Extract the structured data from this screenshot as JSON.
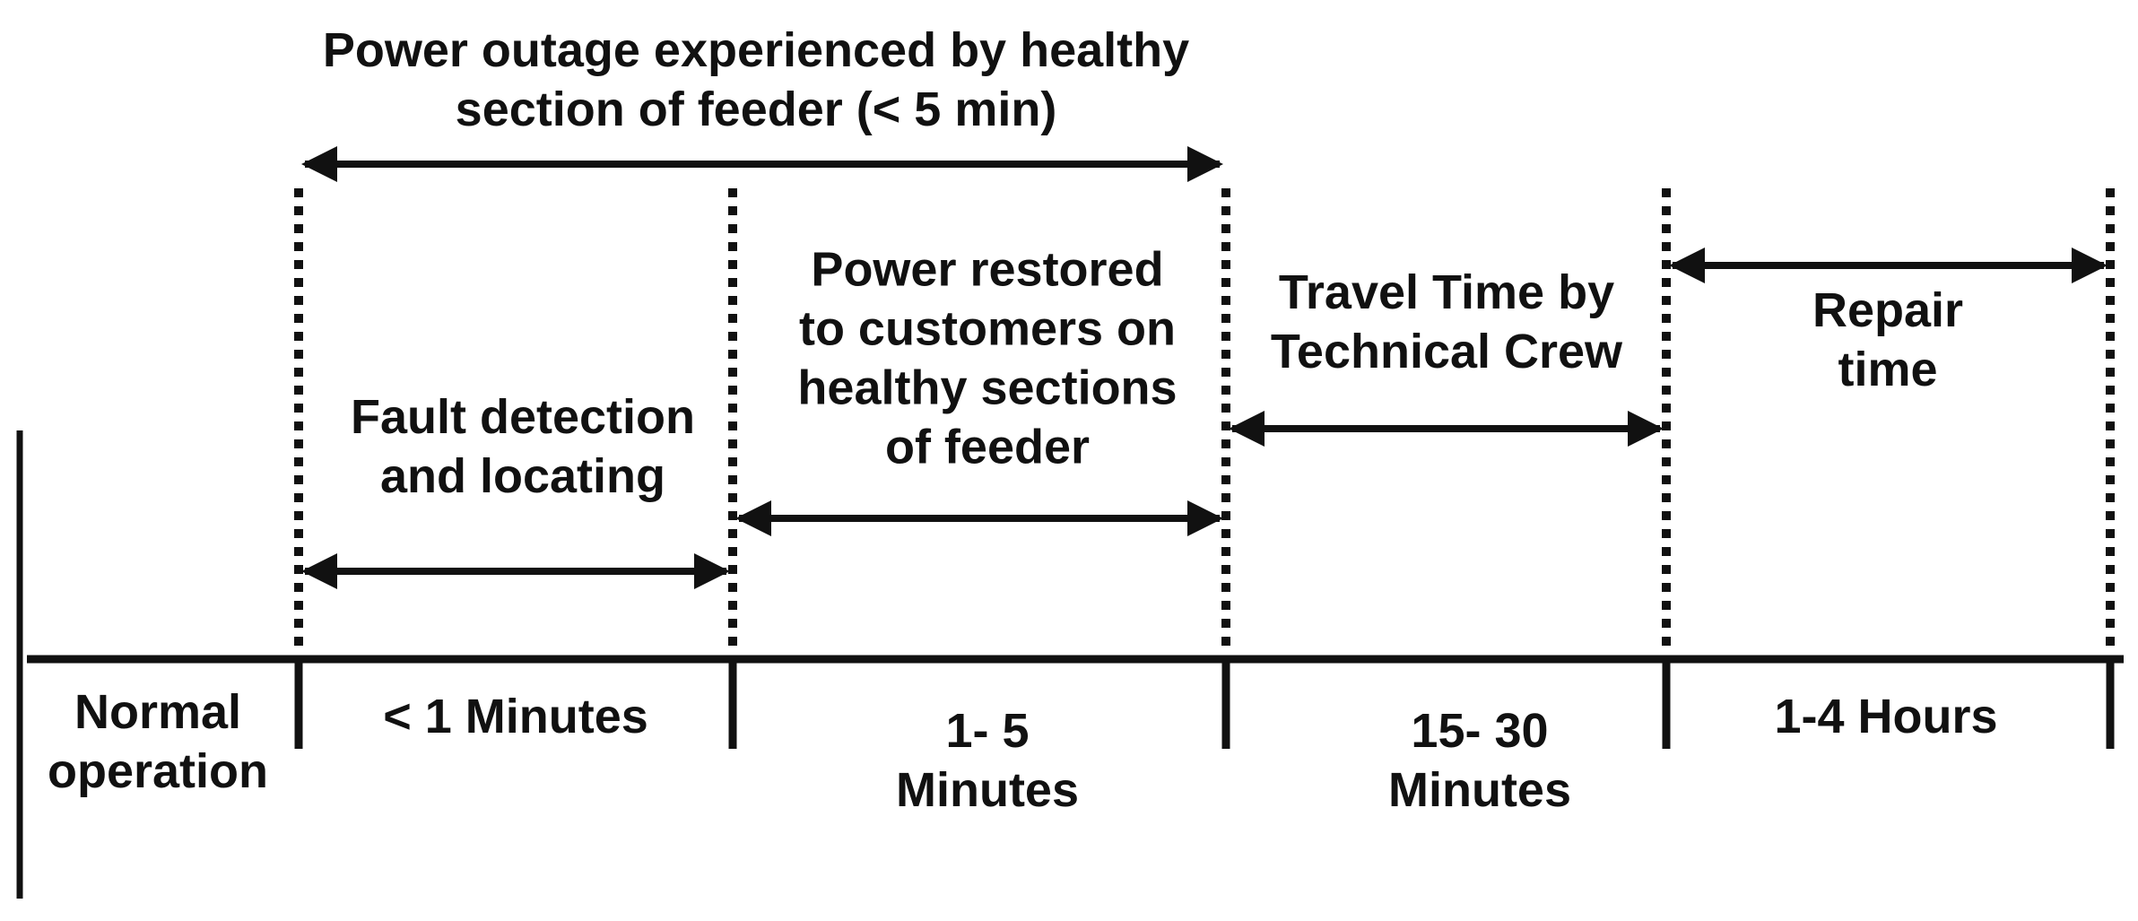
{
  "labels": {
    "outage_span": "Power outage experienced by healthy\nsection of feeder (< 5 min)",
    "fault_detection": "Fault detection\nand locating",
    "power_restored": "Power restored\nto customers on\nhealthy sections\nof feeder",
    "travel_time": "Travel Time by\nTechnical Crew",
    "repair_time": "Repair time"
  },
  "timeline": {
    "normal_operation": "Normal\noperation",
    "segment_1_duration": "< 1 Minutes",
    "segment_2_duration": "1- 5\nMinutes",
    "segment_3_duration": "15- 30\nMinutes",
    "segment_4_duration": "1-4 Hours"
  },
  "colors": {
    "ink": "#111111",
    "background": "#ffffff"
  }
}
